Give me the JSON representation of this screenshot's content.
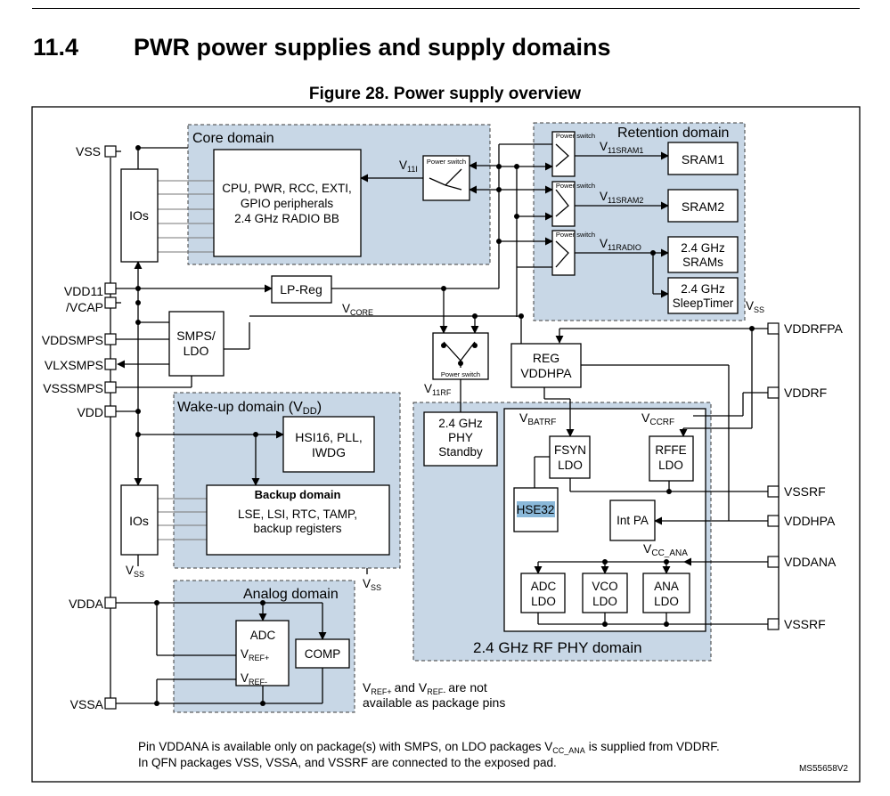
{
  "section": {
    "number": "11.4",
    "title": "PWR power supplies and supply domains"
  },
  "figure": {
    "caption": "Figure 28. Power supply overview",
    "ref": "MS55658V2"
  },
  "domains": {
    "core": "Core domain",
    "retention": "Retention domain",
    "wakeup": "Wake-up domain (V",
    "wakeup_sub": "DD",
    "wakeup_close": ")",
    "analog": "Analog domain",
    "rfphy": "2.4 GHz RF PHY domain",
    "backup": "Backup domain"
  },
  "blocks": {
    "cpu": [
      "CPU, PWR, RCC, EXTI,",
      "GPIO peripherals",
      "2.4 GHz RADIO BB"
    ],
    "ios": "IOs",
    "sram1": "SRAM1",
    "sram2": "SRAM2",
    "rf_srams": [
      "2.4 GHz",
      "SRAMs"
    ],
    "sleeptimer": [
      "2.4 GHz",
      "SleepTimer"
    ],
    "lpreg": "LP-Reg",
    "smps": [
      "SMPS/",
      "LDO"
    ],
    "hsi": [
      "HSI16, PLL,",
      "IWDG"
    ],
    "backup": [
      "LSE, LSI, RTC, TAMP,",
      "backup registers"
    ],
    "phy_standby": [
      "2.4 GHz",
      "PHY",
      "Standby"
    ],
    "reg_vddhpa": [
      "REG",
      "VDDHPA"
    ],
    "fsyn": [
      "FSYN",
      "LDO"
    ],
    "rffe": [
      "RFFE",
      "LDO"
    ],
    "hse32": "HSE32",
    "intpa": "Int PA",
    "adc_ldo": [
      "ADC",
      "LDO"
    ],
    "vco_ldo": [
      "VCO",
      "LDO"
    ],
    "ana_ldo": [
      "ANA",
      "LDO"
    ],
    "adc": "ADC",
    "comp": "COMP",
    "power_switch": "Power switch"
  },
  "signals": {
    "v": "V",
    "v11i": "11I",
    "v11sram1": "11SRAM1",
    "v11sram2": "11SRAM2",
    "v11radio": "11RADIO",
    "v11rf": "11RF",
    "vcore": "CORE",
    "vbatrf": "BATRF",
    "vccrf": "CCRF",
    "vcc_ana": "CC_ANA",
    "vss": "SS",
    "vref_plus": "REF+",
    "vref_minus": "REF-"
  },
  "pins_left": [
    "VSS",
    "VDD11",
    "/VCAP",
    "VDDSMPS",
    "VLXSMPS",
    "VSSSMPS",
    "VDD",
    "VDDA",
    "VSSA"
  ],
  "pins_right": [
    "VDDRFPA",
    "VDDRF",
    "VSSRF",
    "VDDHPA",
    "VDDANA",
    "VSSRF"
  ],
  "notes": {
    "vref": [
      "and V",
      "are not",
      "available as package pins"
    ],
    "footer": [
      "Pin VDDANA is available only on package(s) with SMPS, on LDO packages V",
      "is supplied from VDDRF.",
      "In QFN packages VSS, VSSA, and VSSRF are connected to the exposed pad."
    ]
  },
  "colors": {
    "domain_fill": "#c8d7e6",
    "hse32_highlight": "#8ab8d9"
  }
}
